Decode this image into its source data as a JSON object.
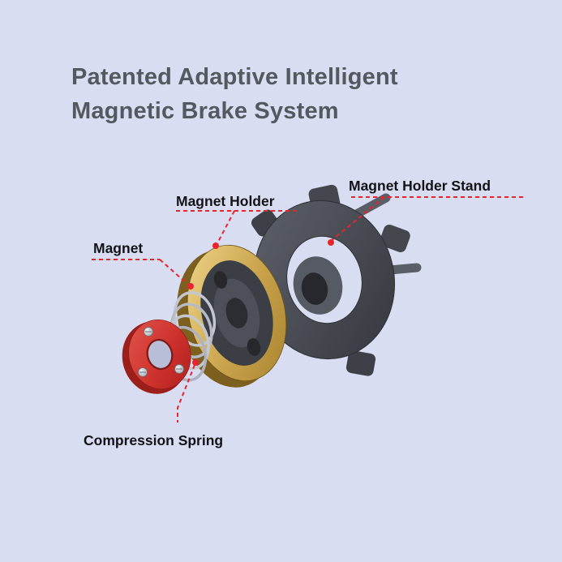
{
  "title": {
    "line1": "Patented Adaptive Intelligent",
    "line2": "Magnetic Brake System"
  },
  "parts": {
    "magnet": {
      "label": "Magnet"
    },
    "magnet_holder": {
      "label": "Magnet Holder"
    },
    "magnet_holder_stand": {
      "label": "Magnet Holder Stand"
    },
    "compression_spring": {
      "label": "Compression Spring"
    }
  },
  "colors": {
    "background": "#d9ddf1",
    "title_text": "#54585f",
    "label_text": "#121317",
    "leader_line": "#e8252c",
    "magnet_red": "#cf312c",
    "holder_gold": "#c8a24a",
    "stand_gray": "#4b4e55",
    "spring_silver": "#c3c8d0"
  }
}
